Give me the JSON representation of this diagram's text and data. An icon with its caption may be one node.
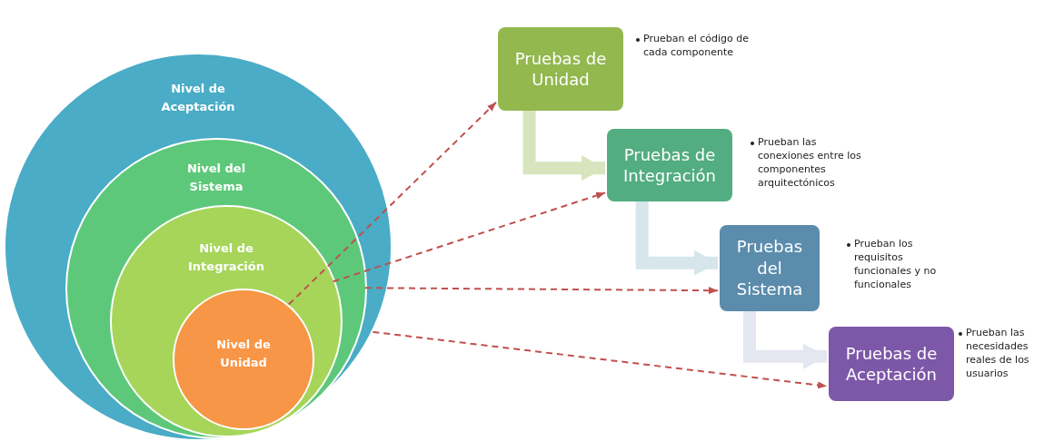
{
  "diagram": {
    "nodes": [
      {
        "text": [
          "Nivel de Aceptación"
        ]
      },
      {
        "text": [
          "Nivel del Sistema"
        ],
        "in": 0
      },
      {
        "text": [
          "Nivel de Integración"
        ],
        "in": 1
      },
      {
        "text": [
          "Nivel de Unidad"
        ],
        "in": 2
      },
      {
        "text": [
          "Pruebas de Unidad"
        ],
        "beside": [
          "Prueban el código de cada componente"
        ]
      },
      {
        "text": [
          "Pruebas de Integración"
        ],
        "beside": [
          "Prueban las conexiones entre los componentes arquitectónicos"
        ]
      },
      {
        "text": [
          "Pruebas del Sistema"
        ],
        "beside": [
          "Prueban los requisitos funcionales y no funcionales"
        ]
      },
      {
        "text": [
          "Pruebas de Aceptación"
        ],
        "beside": [
          "Prueban las necesidades reales de los usuarios"
        ]
      }
    ],
    "edges": [
      {
        "from": 3,
        "to": 4,
        "arrow": "to",
        "style": "dashed"
      },
      {
        "from": 2,
        "to": 5,
        "arrow": "to",
        "style": "dashed"
      },
      {
        "from": 1,
        "to": 6,
        "arrow": "to",
        "style": "dashed"
      },
      {
        "from": 0,
        "to": 7,
        "arrow": "to",
        "style": "dashed"
      },
      {
        "from": 4,
        "to": 5,
        "arrow": "to",
        "style": "thick",
        "color": "#d7e4bd"
      },
      {
        "from": 5,
        "to": 6,
        "arrow": "to",
        "style": "thick",
        "color": "#d6e6ea"
      },
      {
        "from": 6,
        "to": 7,
        "arrow": "to",
        "style": "thick",
        "color": "#e4e6f0"
      }
    ]
  }
}
